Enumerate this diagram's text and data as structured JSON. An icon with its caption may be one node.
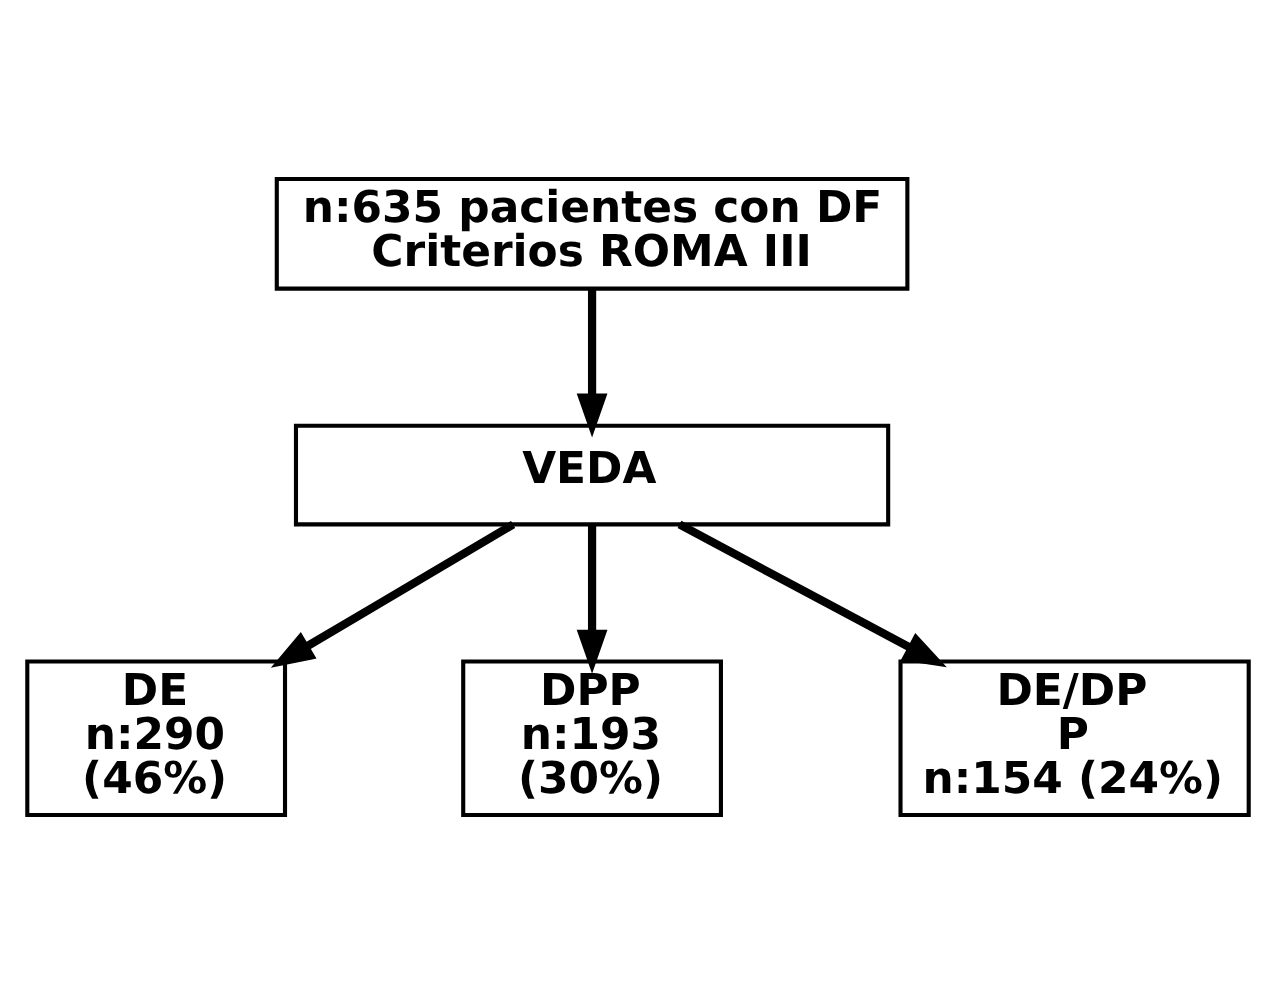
{
  "diagram": {
    "nodes": [
      {
        "text": [
          "n:635 pacientes con DF Criterios ROMA III"
        ]
      },
      {
        "text": [
          "VEDA"
        ]
      },
      {
        "text": [
          "DE n:290 (46%)"
        ]
      },
      {
        "text": [
          "DPP n:193 (30%)"
        ]
      },
      {
        "text": [
          "DE/DP P n:154 (24%)"
        ]
      }
    ],
    "edges": [
      {
        "from": 0,
        "to": 1,
        "arrow": "to"
      },
      {
        "from": 1,
        "to": 2,
        "arrow": "to"
      },
      {
        "from": 1,
        "to": 3,
        "arrow": "to"
      },
      {
        "from": 1,
        "to": 4,
        "arrow": "to"
      }
    ]
  }
}
